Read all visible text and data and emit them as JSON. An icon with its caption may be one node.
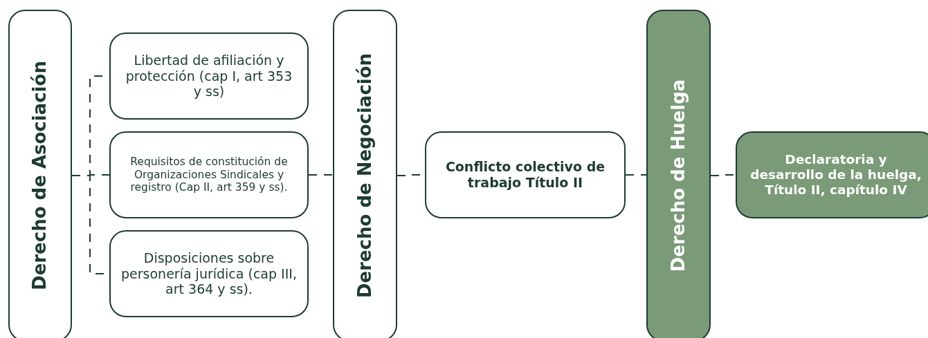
{
  "diagram": {
    "nodes": [
      {
        "text": [
          "Derecho de Asociación"
        ]
      },
      {
        "text": [
          "Libertad de afiliación y protección (cap I, art 353 y ss)"
        ]
      },
      {
        "text": [
          "Requisitos de constitución de Organizaciones Sindicales y registro (Cap II, art 359 y ss)."
        ]
      },
      {
        "text": [
          "Disposiciones sobre personería jurídica (cap III, art 364 y ss)."
        ]
      },
      {
        "text": [
          "Derecho de Negociación"
        ]
      },
      {
        "text": [
          "Conflicto colectivo de trabajo Título II"
        ]
      },
      {
        "text": [
          "Derecho de Huelga"
        ]
      },
      {
        "text": [
          "Declaratoria y desarrollo de la huelga, Título II, capítulo IV"
        ]
      }
    ],
    "edges": [
      {
        "from": 0,
        "to": 1,
        "arrow": "none",
        "style": "dashed"
      },
      {
        "from": 0,
        "to": 2,
        "arrow": "none",
        "style": "dashed"
      },
      {
        "from": 0,
        "to": 3,
        "arrow": "none",
        "style": "dashed"
      },
      {
        "from": 2,
        "to": 4,
        "arrow": "none",
        "style": "dashed"
      },
      {
        "from": 4,
        "to": 5,
        "arrow": "none",
        "style": "dashed"
      },
      {
        "from": 5,
        "to": 6,
        "arrow": "none",
        "style": "dashed"
      },
      {
        "from": 6,
        "to": 7,
        "arrow": "none",
        "style": "dashed"
      }
    ]
  }
}
